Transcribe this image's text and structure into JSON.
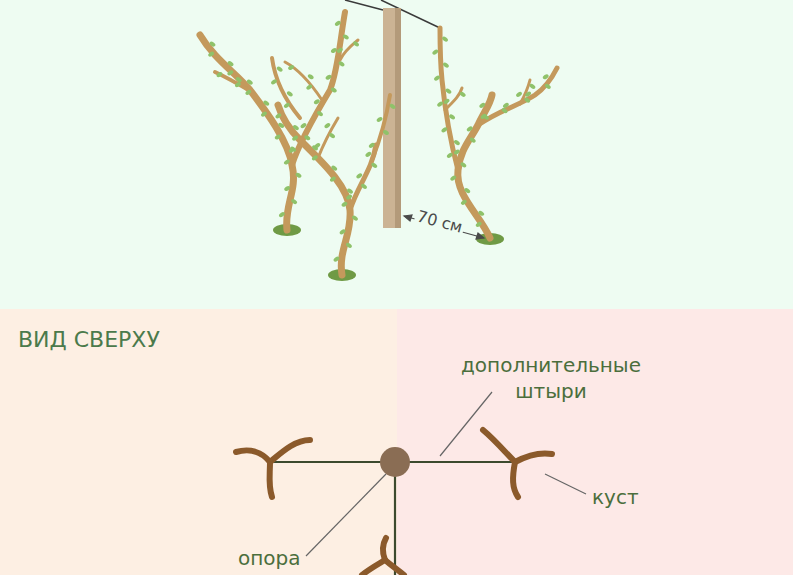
{
  "diagram": {
    "labels": [
      "70 см",
      "ВИД СВЕРХУ",
      "дополнительные штыри",
      "куст",
      "опора"
    ]
  }
}
